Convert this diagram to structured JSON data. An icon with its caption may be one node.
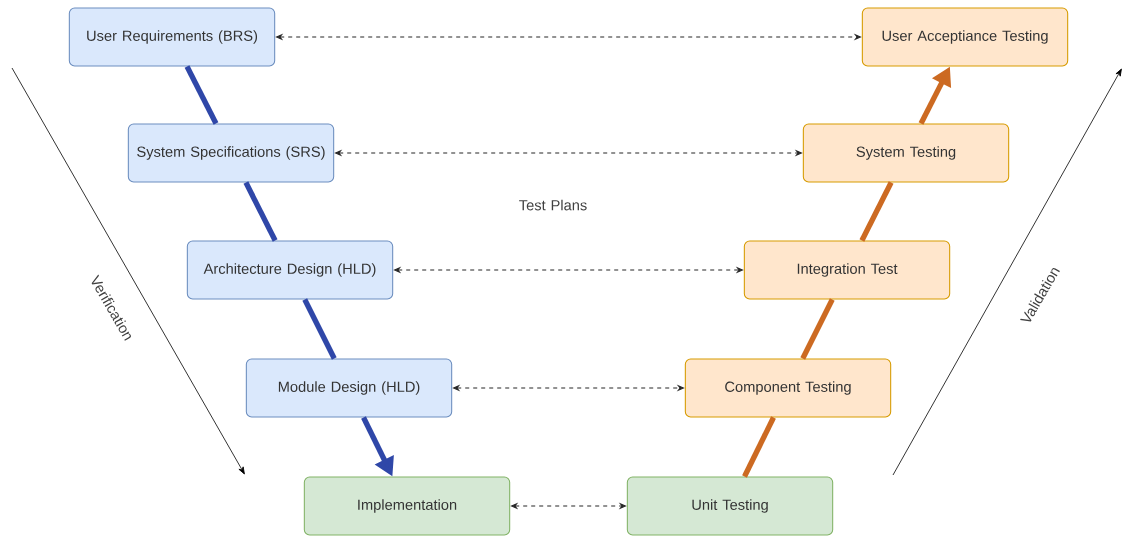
{
  "diagram": {
    "nodes": [
      {
        "text": [
          "User Requirements (BRS)"
        ]
      },
      {
        "text": [
          "System Specifications (SRS)"
        ]
      },
      {
        "text": [
          "Architecture Design (HLD)"
        ]
      },
      {
        "text": [
          "Module Design (HLD)"
        ]
      },
      {
        "text": [
          "Implementation"
        ]
      },
      {
        "text": [
          "Unit Testing"
        ]
      },
      {
        "text": [
          "Component Testing"
        ]
      },
      {
        "text": [
          "Integration Test"
        ]
      },
      {
        "text": [
          "System Testing"
        ]
      },
      {
        "text": [
          "User Acceptiance Testing"
        ]
      }
    ],
    "edges": [
      {
        "from": 0,
        "to": 9,
        "arrow": "both",
        "style": "dashed"
      },
      {
        "from": 1,
        "to": 8,
        "arrow": "both",
        "style": "dashed"
      },
      {
        "from": 2,
        "to": 7,
        "arrow": "both",
        "style": "dashed"
      },
      {
        "from": 3,
        "to": 6,
        "arrow": "both",
        "style": "dashed"
      },
      {
        "from": 4,
        "to": 5,
        "arrow": "both",
        "style": "dashed"
      },
      {
        "from": 0,
        "to": 1,
        "arrow": "none",
        "color": "#2f47a8"
      },
      {
        "from": 1,
        "to": 2,
        "arrow": "none",
        "color": "#2f47a8"
      },
      {
        "from": 2,
        "to": 3,
        "arrow": "none",
        "color": "#2f47a8"
      },
      {
        "from": 3,
        "to": 4,
        "arrow": "to",
        "color": "#2f47a8"
      },
      {
        "from": 5,
        "to": 6,
        "arrow": "none",
        "color": "#cc6a22"
      },
      {
        "from": 6,
        "to": 7,
        "arrow": "none",
        "color": "#cc6a22"
      },
      {
        "from": 7,
        "to": 8,
        "arrow": "none",
        "color": "#cc6a22"
      },
      {
        "from": 8,
        "to": 9,
        "arrow": "to",
        "color": "#cc6a22"
      }
    ],
    "labels": [
      "Test Plans",
      "Verification",
      "Validation"
    ]
  }
}
